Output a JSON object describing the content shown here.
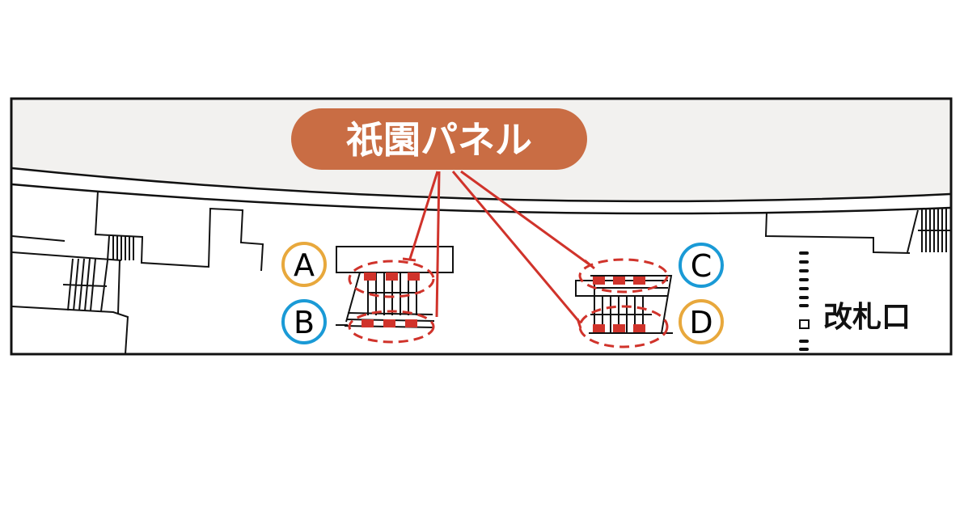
{
  "map": {
    "panel_label": "祇園パネル",
    "gate_label": "改札口",
    "exits": [
      {
        "letter": "A",
        "color": "#e8a83c"
      },
      {
        "letter": "B",
        "color": "#1a9ad6"
      },
      {
        "letter": "C",
        "color": "#1a9ad6"
      },
      {
        "letter": "D",
        "color": "#e8a83c"
      }
    ],
    "colors": {
      "badge": "#c96d44",
      "highlight": "#d0332b",
      "platform": "#f2f1ef"
    }
  }
}
